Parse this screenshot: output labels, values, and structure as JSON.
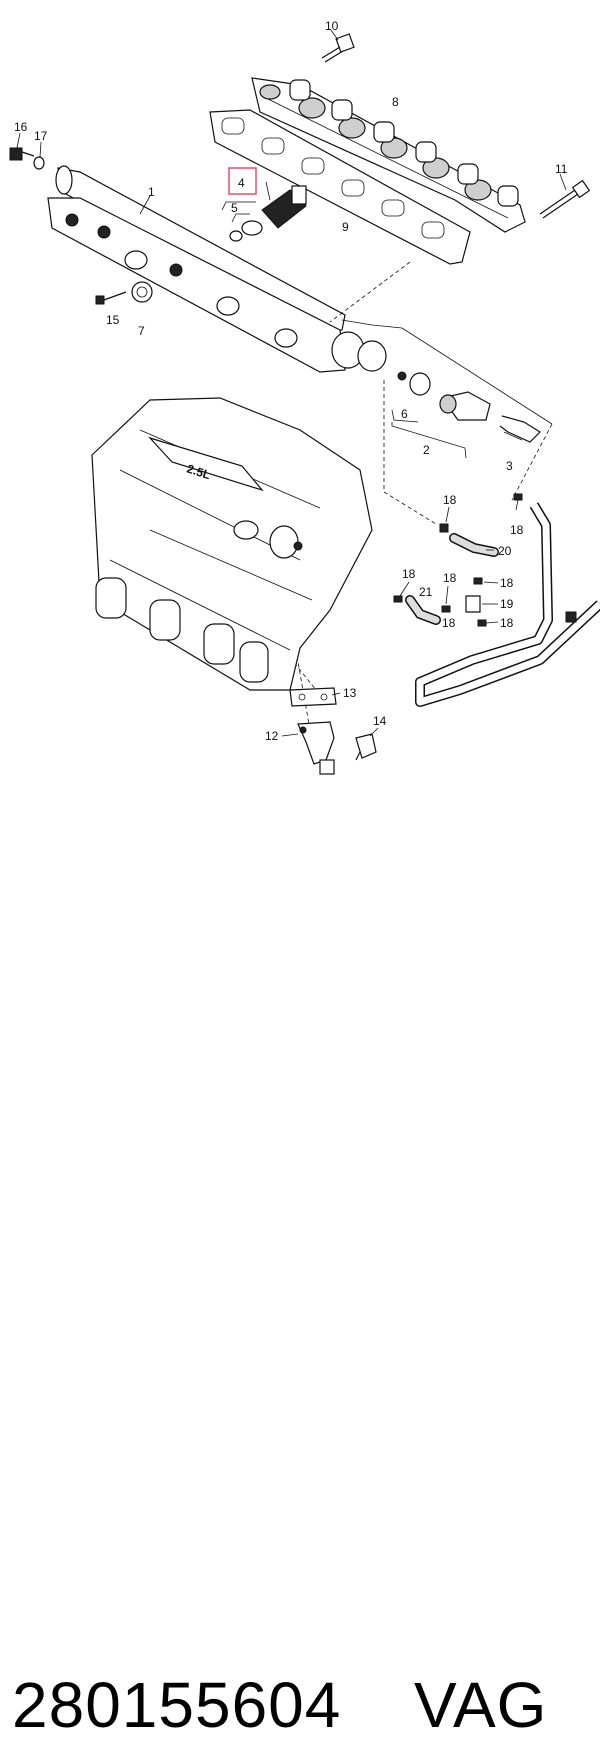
{
  "diagram": {
    "callouts": [
      {
        "id": "c1",
        "label": "1"
      },
      {
        "id": "c2",
        "label": "2"
      },
      {
        "id": "c3",
        "label": "3"
      },
      {
        "id": "c4",
        "label": "4"
      },
      {
        "id": "c5",
        "label": "5"
      },
      {
        "id": "c6",
        "label": "6"
      },
      {
        "id": "c7",
        "label": "7"
      },
      {
        "id": "c8",
        "label": "8"
      },
      {
        "id": "c9",
        "label": "9"
      },
      {
        "id": "c10",
        "label": "10"
      },
      {
        "id": "c11",
        "label": "11"
      },
      {
        "id": "c12",
        "label": "12"
      },
      {
        "id": "c13",
        "label": "13"
      },
      {
        "id": "c14",
        "label": "14"
      },
      {
        "id": "c15",
        "label": "15"
      },
      {
        "id": "c16",
        "label": "16"
      },
      {
        "id": "c17",
        "label": "17"
      },
      {
        "id": "c18a",
        "label": "18"
      },
      {
        "id": "c18b",
        "label": "18"
      },
      {
        "id": "c18c",
        "label": "18"
      },
      {
        "id": "c18d",
        "label": "18"
      },
      {
        "id": "c18e",
        "label": "18"
      },
      {
        "id": "c18f",
        "label": "18"
      },
      {
        "id": "c18g",
        "label": "18"
      },
      {
        "id": "c19",
        "label": "19"
      },
      {
        "id": "c20",
        "label": "20"
      },
      {
        "id": "c21",
        "label": "21"
      }
    ],
    "highlighted_callout": "4",
    "highlight_color": "#e0506a",
    "engine_badge": "2.5L"
  },
  "footer": {
    "part_number": "280155604",
    "brand": "VAG"
  }
}
